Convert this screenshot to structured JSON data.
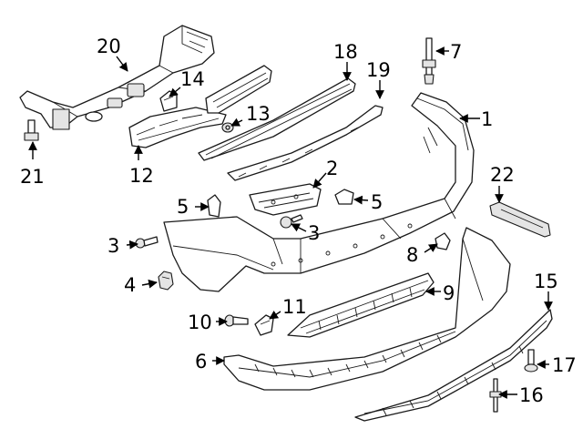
{
  "callouts": [
    {
      "id": "1",
      "label": "1"
    },
    {
      "id": "2",
      "label": "2"
    },
    {
      "id": "3a",
      "label": "3"
    },
    {
      "id": "3b",
      "label": "3"
    },
    {
      "id": "4",
      "label": "4"
    },
    {
      "id": "5a",
      "label": "5"
    },
    {
      "id": "5b",
      "label": "5"
    },
    {
      "id": "6",
      "label": "6"
    },
    {
      "id": "7",
      "label": "7"
    },
    {
      "id": "8",
      "label": "8"
    },
    {
      "id": "9",
      "label": "9"
    },
    {
      "id": "10",
      "label": "10"
    },
    {
      "id": "11",
      "label": "11"
    },
    {
      "id": "12",
      "label": "12"
    },
    {
      "id": "13",
      "label": "13"
    },
    {
      "id": "14",
      "label": "14"
    },
    {
      "id": "15",
      "label": "15"
    },
    {
      "id": "16",
      "label": "16"
    },
    {
      "id": "17",
      "label": "17"
    },
    {
      "id": "18",
      "label": "18"
    },
    {
      "id": "19",
      "label": "19"
    },
    {
      "id": "20",
      "label": "20"
    },
    {
      "id": "21",
      "label": "21"
    },
    {
      "id": "22",
      "label": "22"
    }
  ]
}
